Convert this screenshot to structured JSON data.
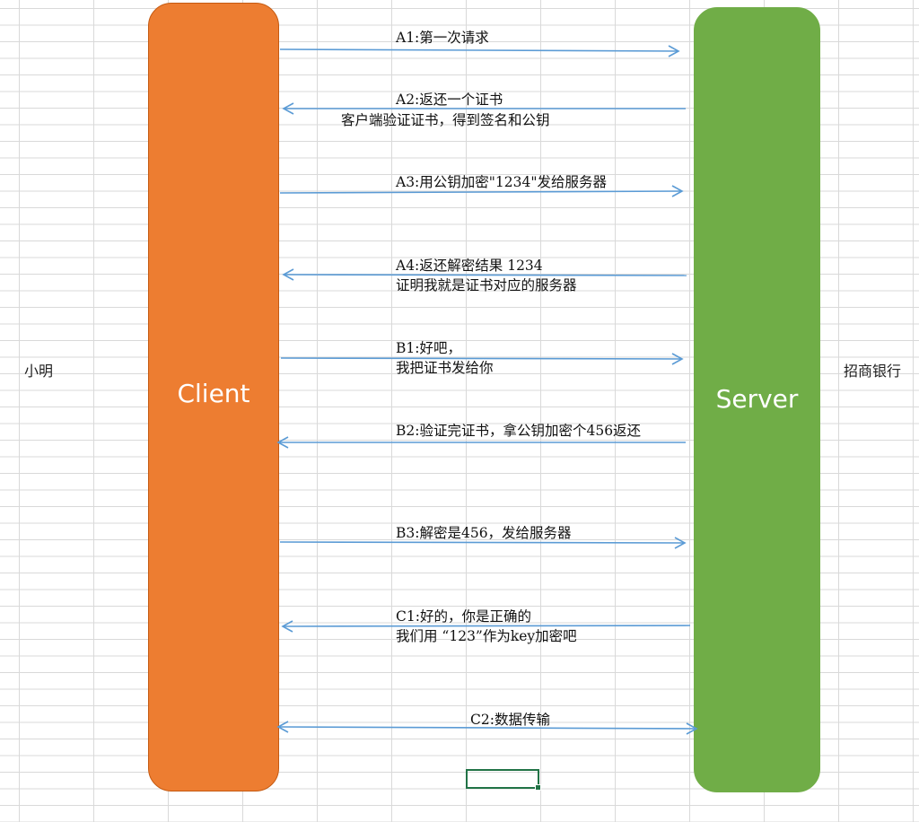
{
  "actors": {
    "left_label": "小明",
    "right_label": "招商银行"
  },
  "lifelines": {
    "client": "Client",
    "server": "Server"
  },
  "colors": {
    "client_fill": "#ed7d31",
    "server_fill": "#70ad47",
    "arrow": "#5b9bd5",
    "selection": "#217346"
  },
  "messages": [
    {
      "id": "A1",
      "direction": "client-to-server",
      "lines": [
        "A1:第一次请求"
      ]
    },
    {
      "id": "A2",
      "direction": "server-to-client",
      "lines": [
        "A2:返还一个证书",
        "客户端验证证书，得到签名和公钥"
      ]
    },
    {
      "id": "A3",
      "direction": "client-to-server",
      "lines": [
        "A3:用公钥加密\"1234\"发给服务器"
      ]
    },
    {
      "id": "A4",
      "direction": "server-to-client",
      "lines": [
        "A4:返还解密结果 1234",
        "证明我就是证书对应的服务器"
      ]
    },
    {
      "id": "B1",
      "direction": "client-to-server",
      "lines": [
        "B1:好吧，",
        "我把证书发给你"
      ]
    },
    {
      "id": "B2",
      "direction": "server-to-client",
      "lines": [
        "B2:验证完证书，拿公钥加密个456返还"
      ]
    },
    {
      "id": "B3",
      "direction": "client-to-server",
      "lines": [
        "B3:解密是456，发给服务器"
      ]
    },
    {
      "id": "C1",
      "direction": "server-to-client",
      "lines": [
        "C1:好的，你是正确的",
        "我们用 “123”作为key加密吧"
      ]
    },
    {
      "id": "C2",
      "direction": "bidirectional",
      "lines": [
        "C2:数据传输"
      ]
    }
  ]
}
